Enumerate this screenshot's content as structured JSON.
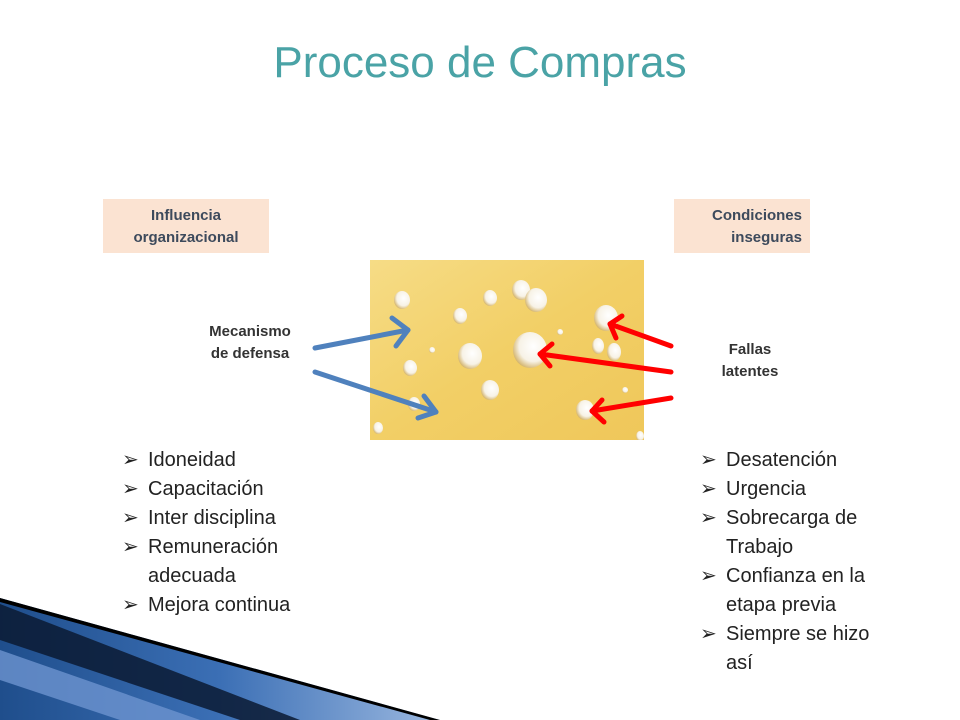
{
  "title": "Proceso de Compras",
  "tags": {
    "left": [
      "Influencia",
      "organizacional"
    ],
    "right": [
      "Condiciones",
      "inseguras"
    ]
  },
  "labels": {
    "left": [
      "Mecanismo",
      "de defensa"
    ],
    "right": [
      "Fallas",
      "latentes"
    ]
  },
  "bullet_marker": "➢",
  "left_list": [
    [
      "Idoneidad"
    ],
    [
      "Capacitación"
    ],
    [
      "Inter disciplina"
    ],
    [
      "Remuneración",
      "adecuada"
    ],
    [
      "Mejora continua"
    ]
  ],
  "right_list": [
    [
      "Desatención"
    ],
    [
      "Urgencia"
    ],
    [
      "Sobrecarga de",
      "Trabajo"
    ],
    [
      "Confianza en la",
      "etapa previa"
    ],
    [
      "Siempre se hizo",
      "así"
    ]
  ],
  "colors": {
    "title": "#4aa3a6",
    "tag_bg": "#fbe3d2",
    "arrow_blue": "#4f81bd",
    "arrow_red": "#ff0000",
    "cheese": "#f3d16c"
  }
}
